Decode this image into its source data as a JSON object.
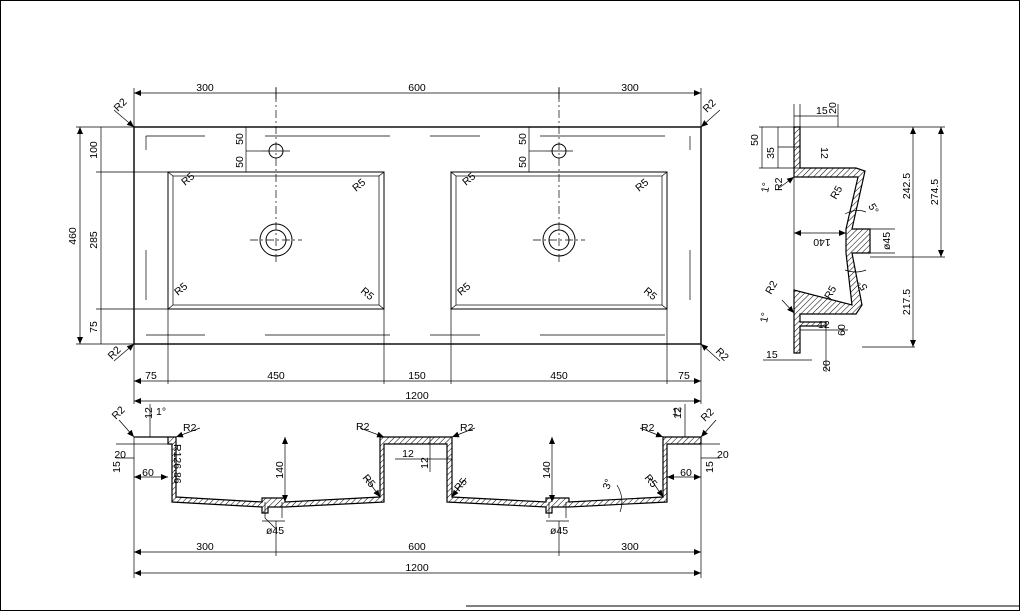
{
  "top_view": {
    "dim_top": [
      "300",
      "600",
      "300"
    ],
    "radii_corner": [
      "R2",
      "R2",
      "R2",
      "R2"
    ],
    "dim_left": [
      "100",
      "285",
      "75"
    ],
    "dim_total_height": "460",
    "hole_offsets": [
      "50",
      "50",
      "50",
      "50"
    ],
    "bowl_radius": "R5",
    "dim_bottom": [
      "75",
      "450",
      "150",
      "450",
      "75"
    ],
    "dim_total_width": "1200"
  },
  "front_section": {
    "radii": [
      "R2",
      "R2",
      "R2",
      "R2",
      "R2",
      "R2"
    ],
    "rim_dims": [
      "12",
      "20",
      "15",
      "60"
    ],
    "angle": "1°",
    "inner_radius": "R126.86",
    "depth": "140",
    "center_dims": [
      "12",
      "12"
    ],
    "bowl_radius": "R5",
    "draft_angle": "3°",
    "drain": "ø45",
    "dim_bottom": [
      "300",
      "600",
      "300"
    ],
    "dim_total": "1200"
  },
  "side_section": {
    "dims_top": [
      "15",
      "20"
    ],
    "dims_left": [
      "50",
      "35"
    ],
    "dim_12a": "12",
    "radii": [
      "R2",
      "R5",
      "R5",
      "R2"
    ],
    "angle_1": "1°",
    "angle_5": "5°",
    "dim_140": "140",
    "drain": "ø45",
    "dims_right": [
      "242.5",
      "274.5",
      "217.5"
    ],
    "dims_bottom": [
      "12",
      "60",
      "15",
      "20"
    ]
  }
}
